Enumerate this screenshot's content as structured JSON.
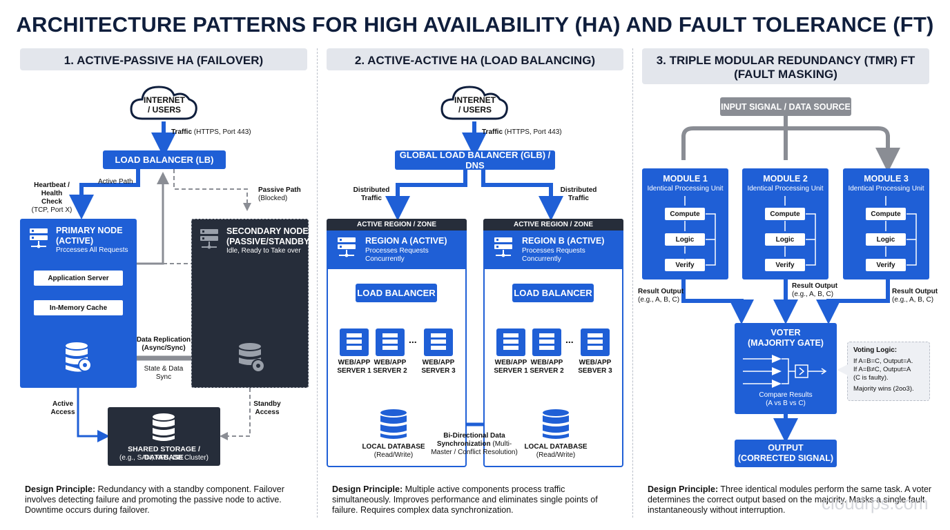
{
  "title": "ARCHITECTURE PATTERNS FOR HIGH AVAILABILITY (HA) AND FAULT TOLERANCE (FT)",
  "columns": [
    {
      "heading": "1. ACTIVE-PASSIVE HA (FAILOVER)"
    },
    {
      "heading": "2. ACTIVE-ACTIVE HA (LOAD BALANCING)"
    },
    {
      "heading_line1": "3. TRIPLE MODULAR REDUNDANCY (TMR) FT",
      "heading_line2": "(FAULT MASKING)"
    }
  ],
  "ap": {
    "cloud_line1": "INTERNET",
    "cloud_line2": "/ USERS",
    "traffic_bold": "Traffic",
    "traffic_rest": " (HTTPS, Port 443)",
    "lb": "LOAD BALANCER (LB)",
    "heartbeat": "Heartbeat /",
    "healthcheck": "Health Check",
    "tcp": "(TCP, Port X)",
    "active_path": "Active Path",
    "passive_path": "Passive Path",
    "blocked": "(Blocked)",
    "primary_title1": "PRIMARY NODE",
    "primary_title2": "(ACTIVE)",
    "primary_sub": "Prccesses All Requests",
    "app_server": "Application Server",
    "cache": "In-Memory Cache",
    "secondary_title1": "SECONDARY NODE",
    "secondary_title2": "(PASSIVE/STANDBY)",
    "secondary_sub": "Idle, Ready to Take over",
    "replication1": "Data Replication",
    "replication2": "(Async/Sync)",
    "state1": "State & Data",
    "state2": "Sync",
    "active_access1": "Active",
    "active_access2": "Access",
    "standby_access1": "Standby",
    "standby_access2": "Access",
    "storage_title": "SHARED STORAGE / DATABASE",
    "storage_sub": "(e.g., SAN, NFS, DB Cluster)",
    "principle_label": "Design Principle:",
    "principle_text": "Redundancy with a standby component. Failover involves detecting failure and promoting the passive node to active. Downtime occurs during failover."
  },
  "aa": {
    "cloud_line1": "INTERNET",
    "cloud_line2": "/ USERS",
    "traffic_bold": "Traffic",
    "traffic_rest": " (HTTPS, Port 443)",
    "glb": "GLOBAL LOAD BALANCER (GLB) / DNS",
    "distributed1": "Distributed",
    "distributed2": "Traffic",
    "region_a_header": "ACTIVE REGION / ZONE",
    "region_a_title": "REGION A (ACTIVE)",
    "region_a_sub1": "Processes Requests",
    "region_a_sub2": "Concurrently",
    "region_b_header": "ACTIVE REGION / ZONE",
    "region_b_title": "REGION B (ACTIVE)",
    "region_b_sub1": "Processes Requests",
    "region_b_sub2": "Concurrently",
    "lb": "LOAD BALANCER",
    "servers_a": [
      "WEB/APP SERVER 1",
      "WEB/APP SERVER 2",
      "WEB/APP SERVER 3"
    ],
    "servers_b": [
      "WEB/APP SERVER 1",
      "WEB/APP SERVER 2",
      "WEB/APP SEBVER 3"
    ],
    "ellipsis": "...",
    "db_title": "LOCAL DATABASE",
    "db_sub": "(Read/Write)",
    "sync_bold": "Bi-Directional Data Synchronization",
    "sync_rest": " (Multi-Master / Conflict Resolution)",
    "principle_label": "Design Principle:",
    "principle_text": "Multiple active components process traffic simultaneously. Improves performance and eliminates single points of failure. Requires complex data synchronization."
  },
  "tmr": {
    "input": "INPUT SIGNAL / DATA SOURCE",
    "modules": [
      {
        "title": "MODULE 1",
        "sub": "Identical Processing Unit"
      },
      {
        "title": "MODULE 2",
        "sub": "Identical Processing Unit"
      },
      {
        "title": "MODULE 3",
        "sub": "Identical Processing Unit"
      }
    ],
    "steps": [
      "Compute",
      "Logic",
      "Verify"
    ],
    "results": [
      {
        "l1": "Result Output",
        "l2": "(e.g., A, B, C)"
      },
      {
        "l1": "Result Output",
        "l2": "(e.g., A, B, C)"
      },
      {
        "l1": "Result Output",
        "l2": "(e.g., A, B, C)"
      }
    ],
    "voter_title1": "VOTER",
    "voter_title2": "(MAJORITY GATE)",
    "voter_sub1": "Compare Results",
    "voter_sub2": "(A vs B vs C)",
    "voting_title": "Voting Logic:",
    "voting_lines": [
      "If A=B=C, Output=A.",
      "If A=B≠C, Output=A",
      "(C is faulty).",
      "Majority wins (2oo3)."
    ],
    "output1": "OUTPUT",
    "output2": "(CORRECTED SIGNAL)",
    "principle_label": "Design Principle:",
    "principle_text": "Three identical modules perform the same task. A voter determines the correct output based on the majority. Masks a single fault instantaneously without interruption."
  },
  "watermark": "cloudrps.com",
  "colors": {
    "blue": "#1f5fd6",
    "dark": "#262d3a",
    "gray": "#8a8d94",
    "header_bg": "#e3e6ec"
  }
}
